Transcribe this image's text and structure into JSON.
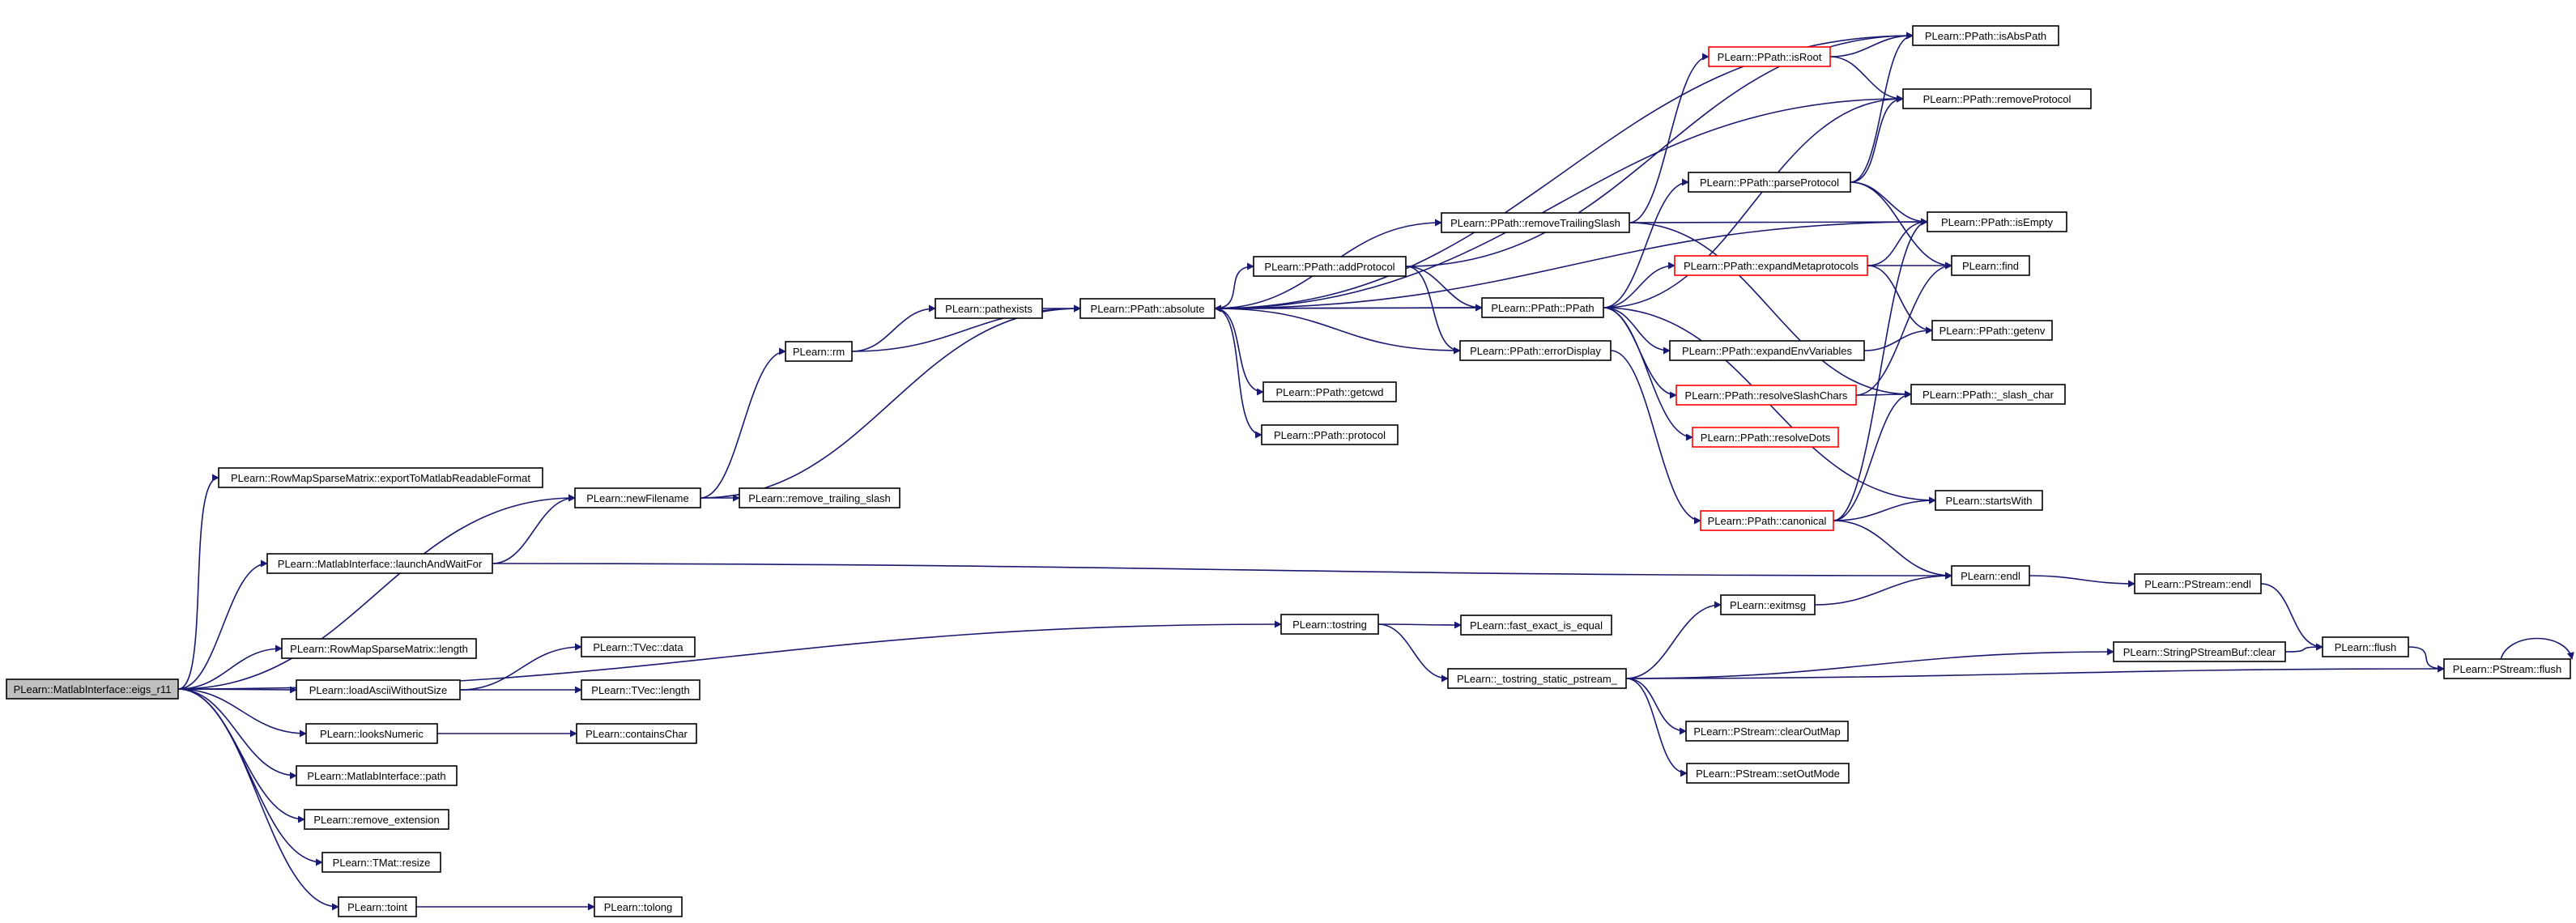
{
  "colors": {
    "edge": "#191970",
    "node_border": "#000000",
    "truncated_border": "#ff0000",
    "root_fill": "#bfbfbf",
    "node_fill": "#ffffff"
  },
  "graph": {
    "nodes": [
      {
        "id": "root",
        "label": "PLearn::MatlabInterface::eigs_r11",
        "root": true
      },
      {
        "id": "rmsm_export",
        "label": "PLearn::RowMapSparseMatrix::exportToMatlabReadableFormat"
      },
      {
        "id": "newFilename",
        "label": "PLearn::newFilename"
      },
      {
        "id": "launch",
        "label": "PLearn::MatlabInterface::launchAndWaitFor"
      },
      {
        "id": "rmsm_length",
        "label": "PLearn::RowMapSparseMatrix::length"
      },
      {
        "id": "loadAscii",
        "label": "PLearn::loadAsciiWithoutSize"
      },
      {
        "id": "looksNumeric",
        "label": "PLearn::looksNumeric"
      },
      {
        "id": "mi_path",
        "label": "PLearn::MatlabInterface::path"
      },
      {
        "id": "remove_ext",
        "label": "PLearn::remove_extension"
      },
      {
        "id": "tmat_resize",
        "label": "PLearn::TMat::resize"
      },
      {
        "id": "toint",
        "label": "PLearn::toint"
      },
      {
        "id": "tvec_data",
        "label": "PLearn::TVec::data"
      },
      {
        "id": "tvec_length",
        "label": "PLearn::TVec::length"
      },
      {
        "id": "containsChar",
        "label": "PLearn::containsChar"
      },
      {
        "id": "tolong",
        "label": "PLearn::tolong"
      },
      {
        "id": "rm",
        "label": "PLearn::rm"
      },
      {
        "id": "remove_trailing_slash",
        "label": "PLearn::remove_trailing_slash"
      },
      {
        "id": "pathexists",
        "label": "PLearn::pathexists"
      },
      {
        "id": "absolute",
        "label": "PLearn::PPath::absolute"
      },
      {
        "id": "addProtocol",
        "label": "PLearn::PPath::addProtocol"
      },
      {
        "id": "getcwd",
        "label": "PLearn::PPath::getcwd"
      },
      {
        "id": "protocol",
        "label": "PLearn::PPath::protocol"
      },
      {
        "id": "removeTrailingSlash",
        "label": "PLearn::PPath::removeTrailingSlash"
      },
      {
        "id": "ppath",
        "label": "PLearn::PPath::PPath"
      },
      {
        "id": "errorDisplay",
        "label": "PLearn::PPath::errorDisplay"
      },
      {
        "id": "isRoot",
        "label": "PLearn::PPath::isRoot",
        "truncated": true
      },
      {
        "id": "parseProtocol",
        "label": "PLearn::PPath::parseProtocol"
      },
      {
        "id": "expandMetaprotocols",
        "label": "PLearn::PPath::expandMetaprotocols",
        "truncated": true
      },
      {
        "id": "expandEnvVariables",
        "label": "PLearn::PPath::expandEnvVariables"
      },
      {
        "id": "resolveSlashChars",
        "label": "PLearn::PPath::resolveSlashChars",
        "truncated": true
      },
      {
        "id": "resolveDots",
        "label": "PLearn::PPath::resolveDots",
        "truncated": true
      },
      {
        "id": "canonical",
        "label": "PLearn::PPath::canonical",
        "truncated": true
      },
      {
        "id": "isAbsPath",
        "label": "PLearn::PPath::isAbsPath"
      },
      {
        "id": "removeProtocol",
        "label": "PLearn::PPath::removeProtocol"
      },
      {
        "id": "isEmpty",
        "label": "PLearn::PPath::isEmpty"
      },
      {
        "id": "find",
        "label": "PLearn::find"
      },
      {
        "id": "getenv",
        "label": "PLearn::PPath::getenv"
      },
      {
        "id": "slash_char",
        "label": "PLearn::PPath::_slash_char"
      },
      {
        "id": "startsWith",
        "label": "PLearn::startsWith"
      },
      {
        "id": "endl",
        "label": "PLearn::endl"
      },
      {
        "id": "tostring",
        "label": "PLearn::tostring"
      },
      {
        "id": "fast_exact_is_equal",
        "label": "PLearn::fast_exact_is_equal"
      },
      {
        "id": "tostring_static",
        "label": "PLearn::_tostring_static_pstream_"
      },
      {
        "id": "exitmsg",
        "label": "PLearn::exitmsg"
      },
      {
        "id": "clearOutMap",
        "label": "PLearn::PStream::clearOutMap"
      },
      {
        "id": "setOutMode",
        "label": "PLearn::PStream::setOutMode"
      },
      {
        "id": "pstream_endl",
        "label": "PLearn::PStream::endl"
      },
      {
        "id": "spsb_clear",
        "label": "PLearn::StringPStreamBuf::clear"
      },
      {
        "id": "flush",
        "label": "PLearn::flush"
      },
      {
        "id": "pstream_flush",
        "label": "PLearn::PStream::flush"
      }
    ],
    "edges": [
      {
        "from": "root",
        "to": "rmsm_export"
      },
      {
        "from": "root",
        "to": "newFilename"
      },
      {
        "from": "root",
        "to": "launch"
      },
      {
        "from": "root",
        "to": "tostring"
      },
      {
        "from": "root",
        "to": "rmsm_length"
      },
      {
        "from": "root",
        "to": "loadAscii"
      },
      {
        "from": "root",
        "to": "looksNumeric"
      },
      {
        "from": "root",
        "to": "mi_path"
      },
      {
        "from": "root",
        "to": "remove_ext"
      },
      {
        "from": "root",
        "to": "tmat_resize"
      },
      {
        "from": "root",
        "to": "toint"
      },
      {
        "from": "launch",
        "to": "newFilename"
      },
      {
        "from": "launch",
        "to": "endl"
      },
      {
        "from": "newFilename",
        "to": "rm"
      },
      {
        "from": "newFilename",
        "to": "remove_trailing_slash"
      },
      {
        "from": "newFilename",
        "to": "absolute"
      },
      {
        "from": "rm",
        "to": "pathexists"
      },
      {
        "from": "rm",
        "to": "absolute"
      },
      {
        "from": "pathexists",
        "to": "absolute"
      },
      {
        "from": "loadAscii",
        "to": "tvec_data"
      },
      {
        "from": "loadAscii",
        "to": "tvec_length"
      },
      {
        "from": "looksNumeric",
        "to": "containsChar"
      },
      {
        "from": "toint",
        "to": "tolong"
      },
      {
        "from": "absolute",
        "to": "addProtocol"
      },
      {
        "from": "absolute",
        "to": "getcwd"
      },
      {
        "from": "absolute",
        "to": "protocol"
      },
      {
        "from": "absolute",
        "to": "removeTrailingSlash"
      },
      {
        "from": "absolute",
        "to": "ppath"
      },
      {
        "from": "absolute",
        "to": "isAbsPath"
      },
      {
        "from": "absolute",
        "to": "removeProtocol"
      },
      {
        "from": "absolute",
        "to": "isEmpty"
      },
      {
        "from": "addProtocol",
        "to": "ppath"
      },
      {
        "from": "addProtocol",
        "to": "errorDisplay"
      },
      {
        "from": "addProtocol",
        "to": "isAbsPath"
      },
      {
        "from": "errorDisplay",
        "to": "absolute"
      },
      {
        "from": "errorDisplay",
        "to": "canonical"
      },
      {
        "from": "removeTrailingSlash",
        "to": "isRoot"
      },
      {
        "from": "removeTrailingSlash",
        "to": "isEmpty"
      },
      {
        "from": "removeTrailingSlash",
        "to": "slash_char"
      },
      {
        "from": "ppath",
        "to": "absolute"
      },
      {
        "from": "ppath",
        "to": "parseProtocol"
      },
      {
        "from": "ppath",
        "to": "expandMetaprotocols"
      },
      {
        "from": "ppath",
        "to": "expandEnvVariables"
      },
      {
        "from": "ppath",
        "to": "resolveSlashChars"
      },
      {
        "from": "ppath",
        "to": "resolveDots"
      },
      {
        "from": "ppath",
        "to": "startsWith"
      },
      {
        "from": "ppath",
        "to": "removeProtocol"
      },
      {
        "from": "isRoot",
        "to": "isAbsPath"
      },
      {
        "from": "isRoot",
        "to": "removeProtocol"
      },
      {
        "from": "parseProtocol",
        "to": "isEmpty"
      },
      {
        "from": "parseProtocol",
        "to": "find"
      },
      {
        "from": "parseProtocol",
        "to": "removeProtocol"
      },
      {
        "from": "parseProtocol",
        "to": "isAbsPath"
      },
      {
        "from": "expandMetaprotocols",
        "to": "isEmpty"
      },
      {
        "from": "expandMetaprotocols",
        "to": "find"
      },
      {
        "from": "expandMetaprotocols",
        "to": "getenv"
      },
      {
        "from": "expandEnvVariables",
        "to": "getenv"
      },
      {
        "from": "resolveSlashChars",
        "to": "slash_char"
      },
      {
        "from": "resolveSlashChars",
        "to": "find"
      },
      {
        "from": "canonical",
        "to": "slash_char"
      },
      {
        "from": "canonical",
        "to": "startsWith"
      },
      {
        "from": "canonical",
        "to": "endl"
      },
      {
        "from": "canonical",
        "to": "isEmpty"
      },
      {
        "from": "tostring",
        "to": "fast_exact_is_equal"
      },
      {
        "from": "tostring",
        "to": "tostring_static"
      },
      {
        "from": "tostring_static",
        "to": "exitmsg"
      },
      {
        "from": "tostring_static",
        "to": "spsb_clear"
      },
      {
        "from": "tostring_static",
        "to": "pstream_flush"
      },
      {
        "from": "tostring_static",
        "to": "clearOutMap"
      },
      {
        "from": "tostring_static",
        "to": "setOutMode"
      },
      {
        "from": "exitmsg",
        "to": "endl"
      },
      {
        "from": "endl",
        "to": "pstream_endl"
      },
      {
        "from": "pstream_endl",
        "to": "flush"
      },
      {
        "from": "spsb_clear",
        "to": "flush"
      },
      {
        "from": "flush",
        "to": "pstream_flush"
      },
      {
        "from": "pstream_flush",
        "to": "pstream_flush"
      }
    ]
  }
}
